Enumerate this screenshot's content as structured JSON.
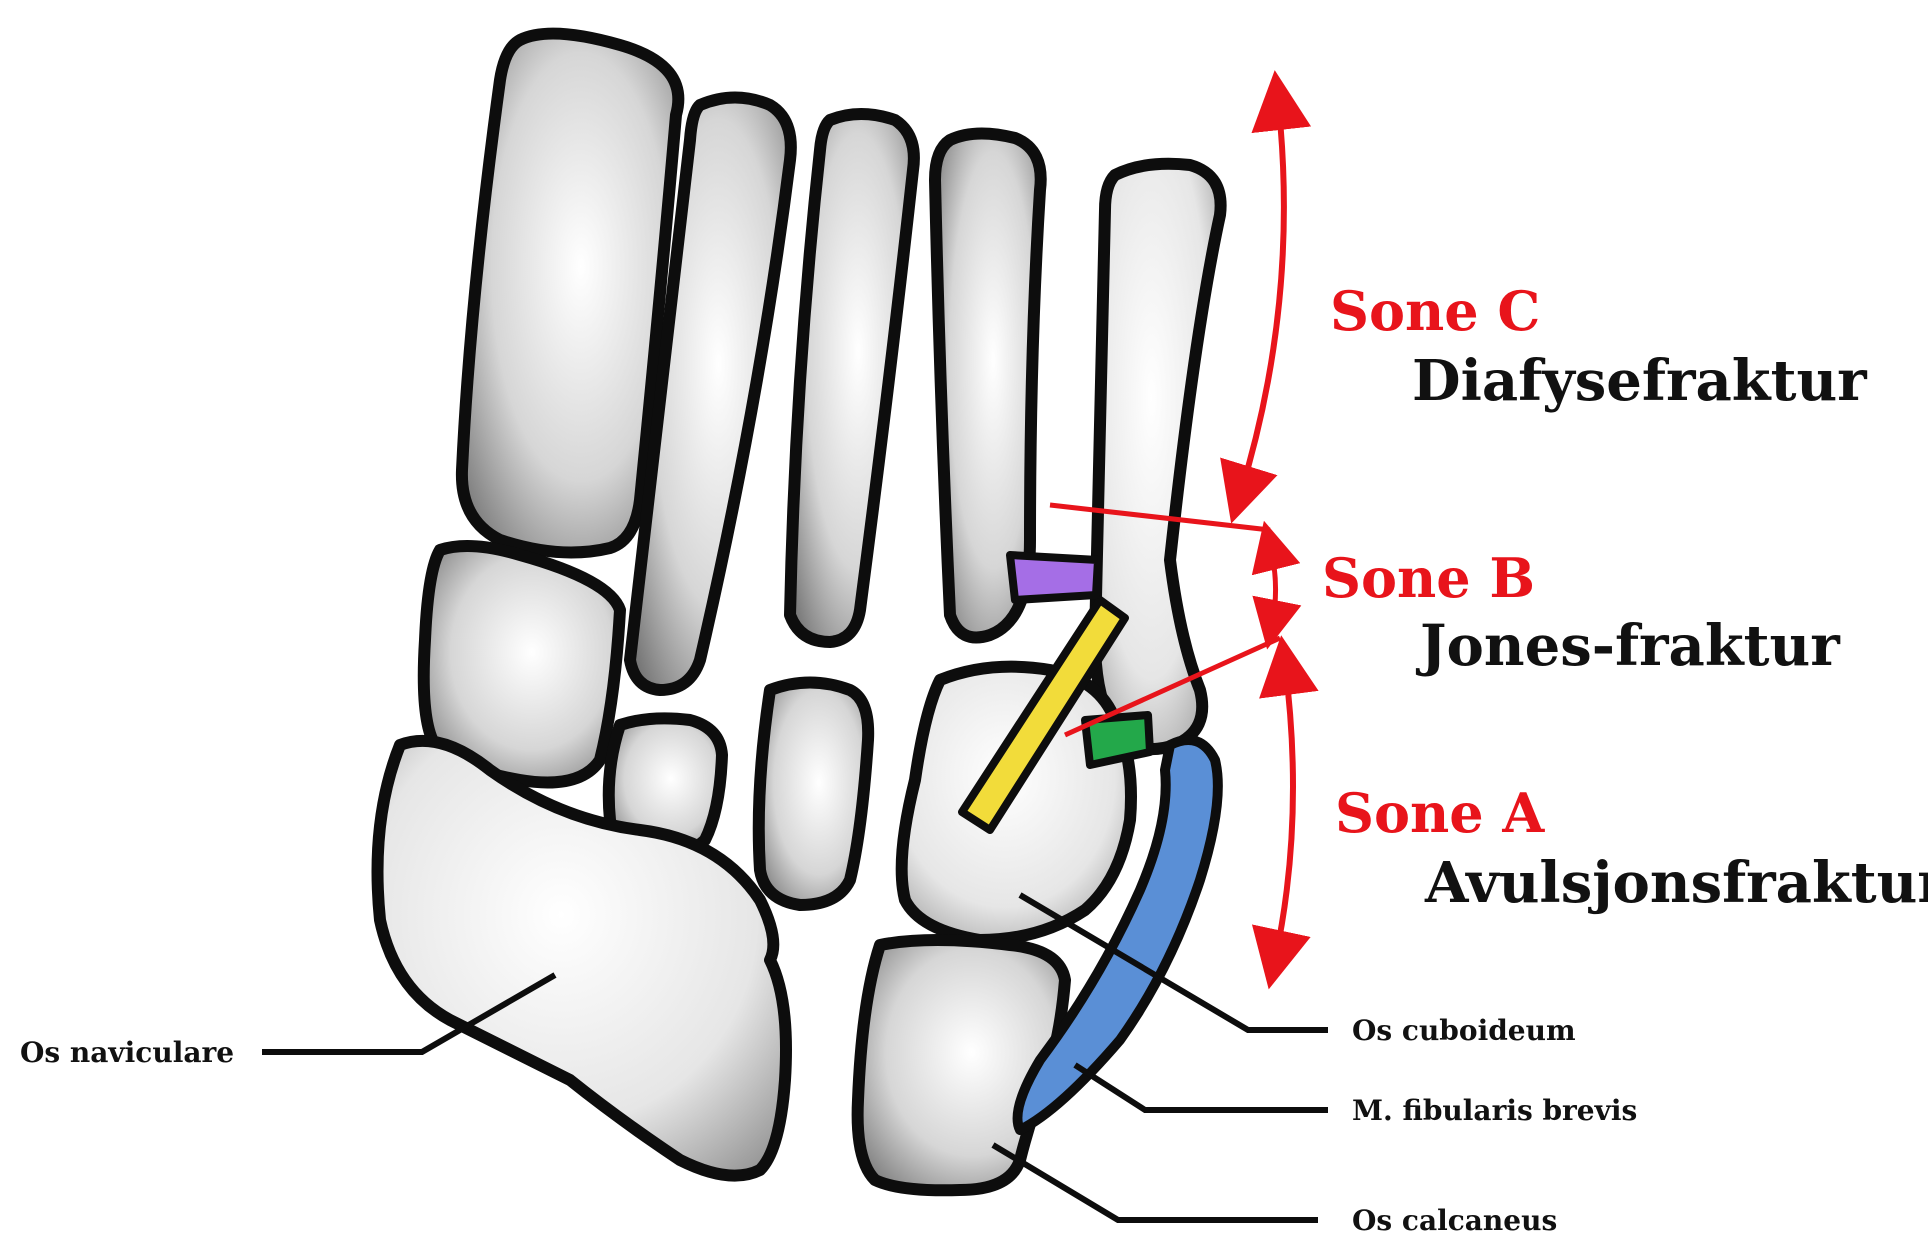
{
  "colors": {
    "zone": "#e8141b",
    "text": "#111111",
    "outline": "#0d0d0d",
    "tendon": "#5a8fd6",
    "yellow_segment": "#f2dc3a",
    "purple_segment": "#a56ee6",
    "green_segment": "#23a84a"
  },
  "zones": [
    {
      "title": "Sone C",
      "subtitle": "Diafysefraktur"
    },
    {
      "title": "Sone B",
      "subtitle": "Jones-fraktur"
    },
    {
      "title": "Sone A",
      "subtitle": "Avulsjonsfraktur"
    }
  ],
  "labels": {
    "navicular": "Os naviculare",
    "cuboid": "Os cuboideum",
    "fibularis": "M. fibularis brevis",
    "calcaneus": "Os calcaneus"
  }
}
